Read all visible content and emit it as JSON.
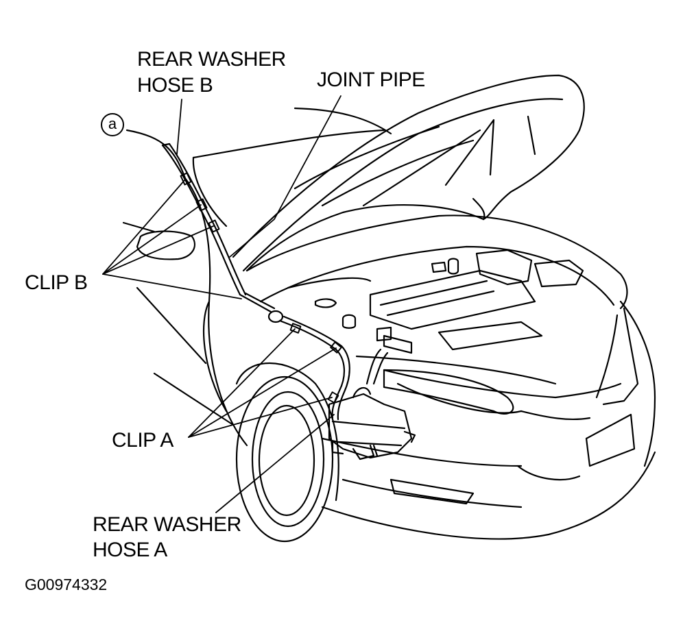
{
  "labels": {
    "rear_washer_hose_b_line1": "REAR WASHER",
    "rear_washer_hose_b_line2": "HOSE B",
    "joint_pipe": "JOINT PIPE",
    "clip_b": "CLIP B",
    "clip_a": "CLIP A",
    "rear_washer_hose_a_line1": "REAR WASHER",
    "rear_washer_hose_a_line2": "HOSE A",
    "callout_a": "a"
  },
  "figure_code": "G00974332",
  "colors": {
    "ink": "#000000",
    "paper": "#ffffff"
  }
}
